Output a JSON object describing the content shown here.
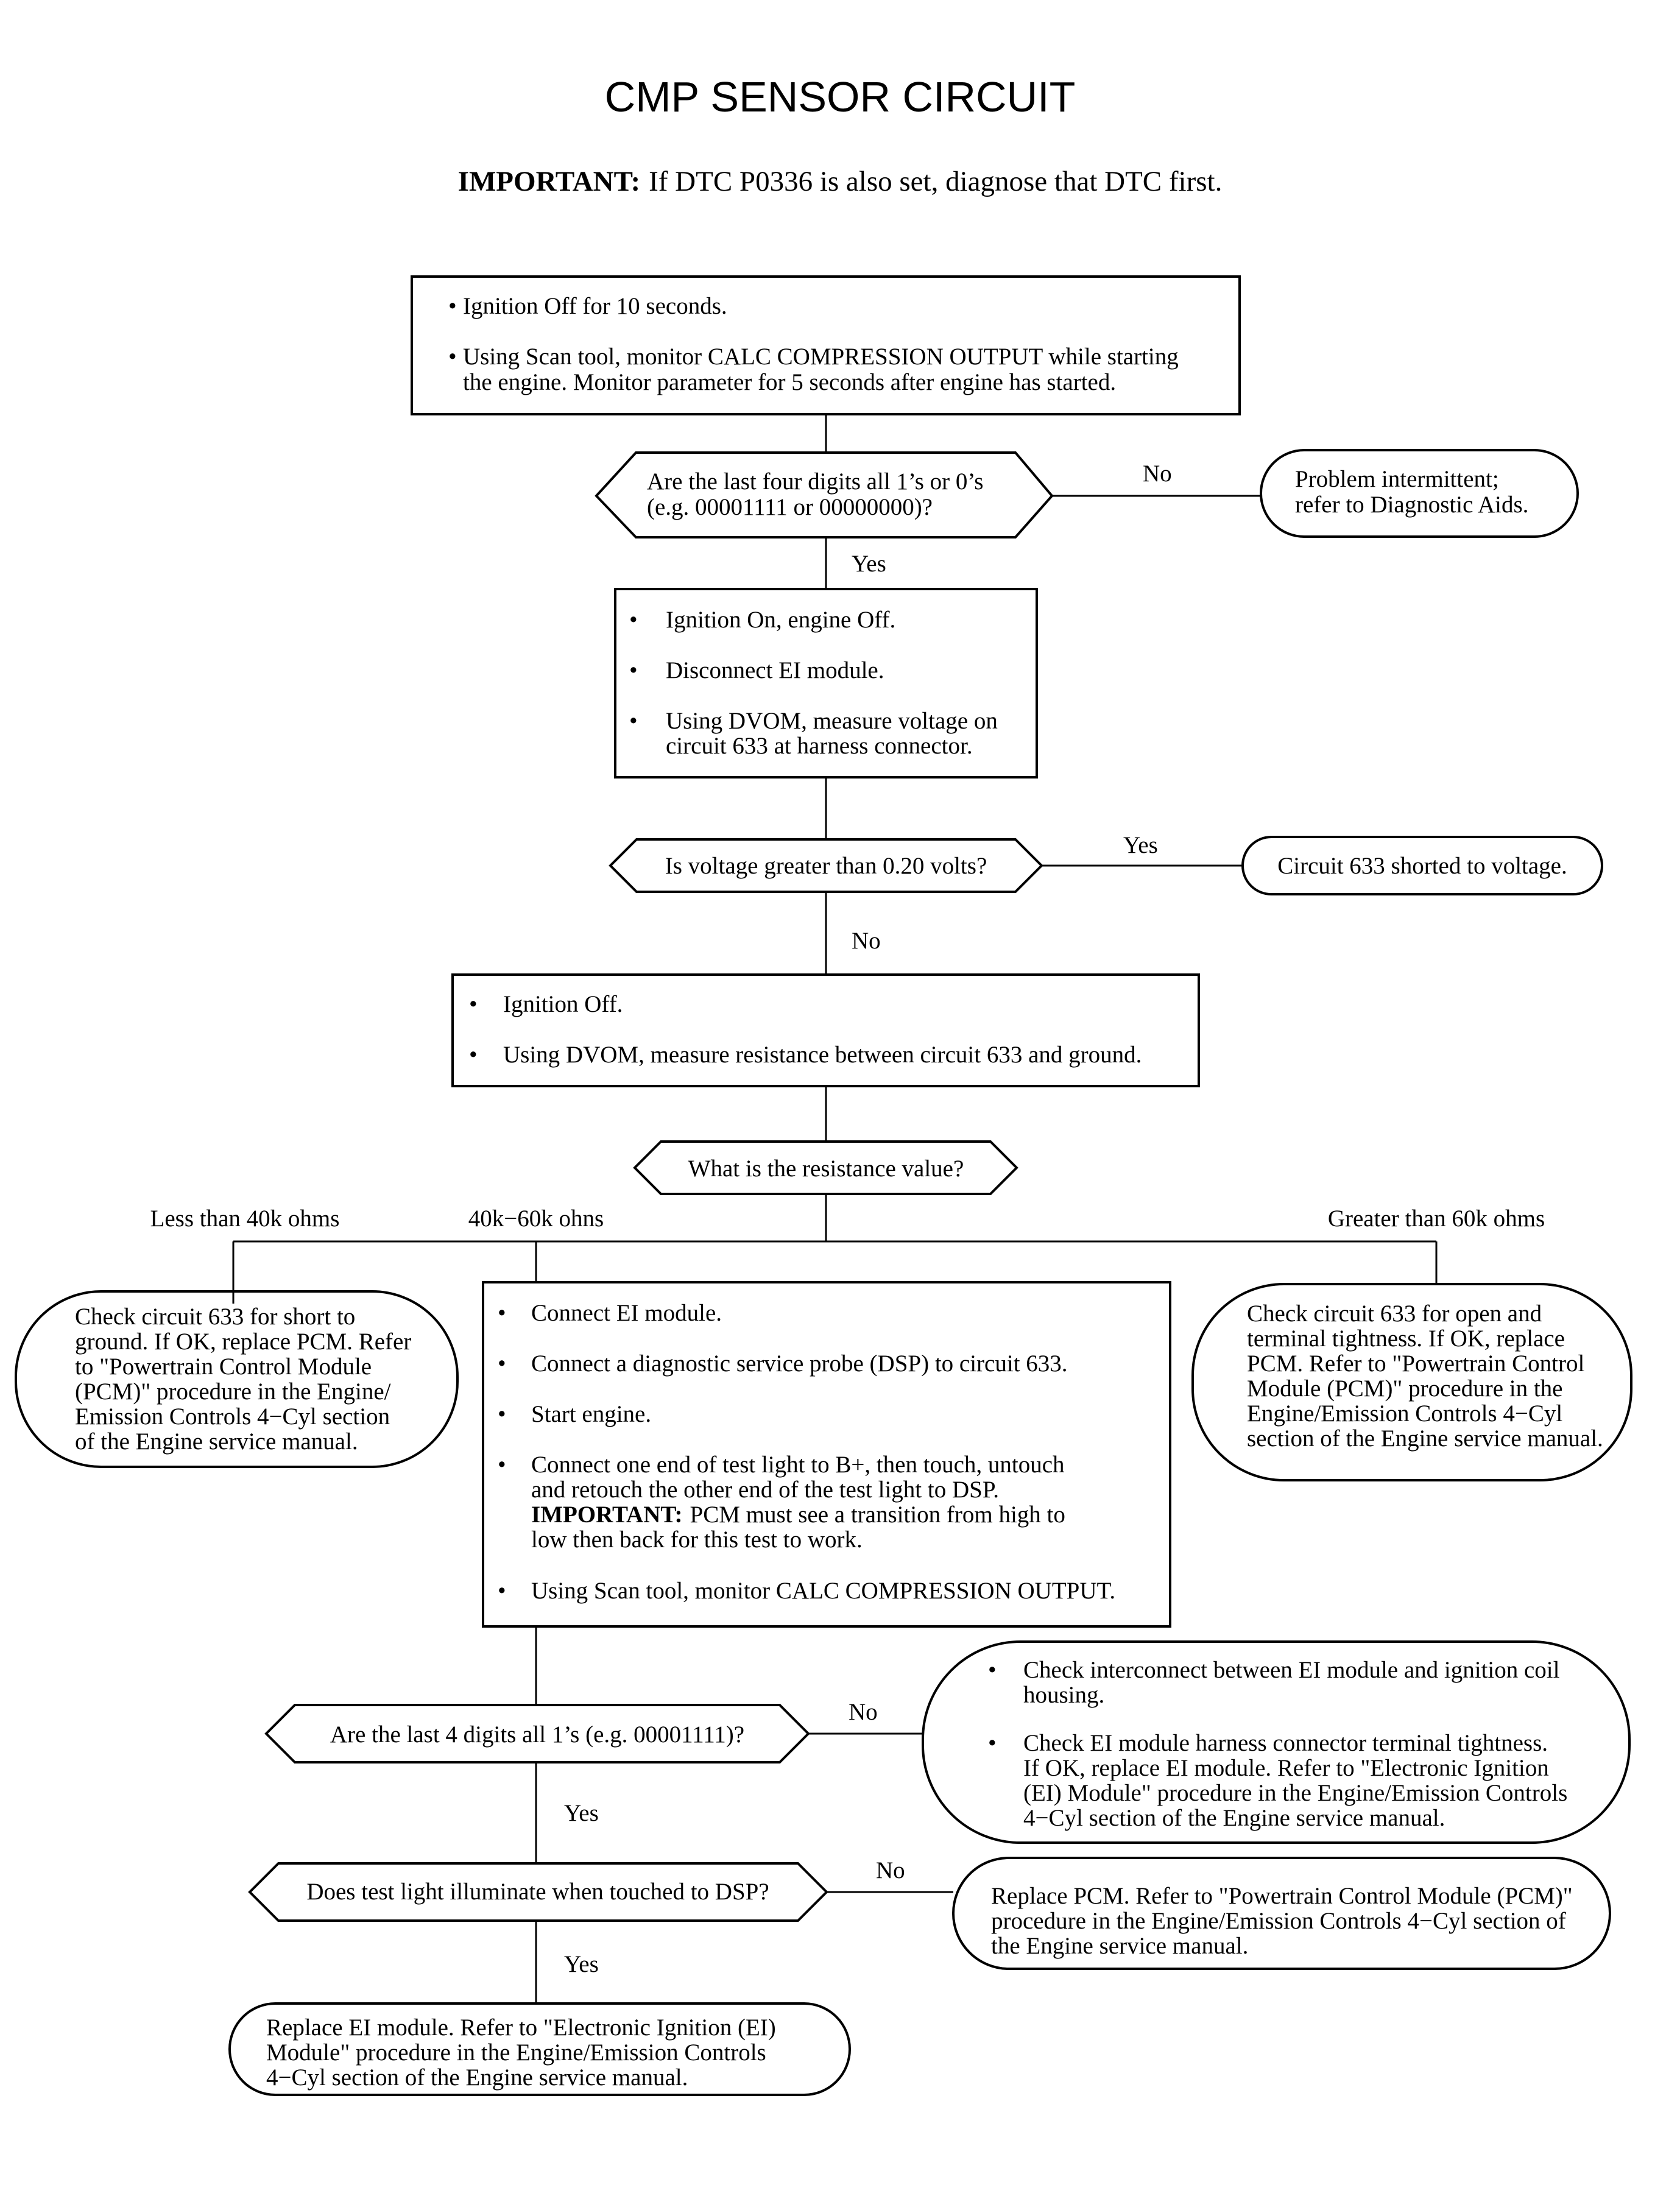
{
  "title": "CMP SENSOR CIRCUIT",
  "important": {
    "label": "IMPORTANT:",
    "text": "If DTC P0336 is also set, diagnose that DTC first."
  },
  "bullet": "•",
  "step1": {
    "b1": "Ignition Off for 10 seconds.",
    "b2": [
      "Using Scan tool, monitor CALC COMPRESSION OUTPUT while starting",
      "the engine. Monitor parameter for 5 seconds after engine has started."
    ]
  },
  "q1": {
    "lines": [
      "Are the last four digits all 1’s or 0’s",
      "(e.g. 00001111 or 00000000)?"
    ],
    "no_label": "No",
    "yes_label": "Yes"
  },
  "end_intermittent": [
    "Problem intermittent;",
    "refer to Diagnostic Aids."
  ],
  "step2": {
    "b1": "Ignition On, engine Off.",
    "b2": "Disconnect EI module.",
    "b3": [
      "Using DVOM, measure voltage on",
      "circuit 633 at harness connector."
    ]
  },
  "q2": {
    "text": "Is voltage greater than 0.20 volts?",
    "yes_label": "Yes",
    "no_label": "No"
  },
  "end_short_voltage": "Circuit 633 shorted to voltage.",
  "step3": {
    "b1": "Ignition Off.",
    "b2": "Using DVOM, measure resistance between circuit 633 and ground."
  },
  "q3": {
    "text": "What is the resistance value?",
    "branch_left": "Less than 40k ohms",
    "branch_mid": "40k−60k ohns",
    "branch_right": "Greater than 60k ohms"
  },
  "end_short_ground": [
    "Check circuit 633 for short to",
    "ground. If OK, replace PCM. Refer",
    "to \"Powertrain Control Module",
    "(PCM)\" procedure in the Engine/",
    "Emission Controls 4−Cyl section",
    "of the Engine service manual."
  ],
  "end_open": [
    "Check circuit 633 for open and",
    "terminal tightness. If OK, replace",
    "PCM. Refer to \"Powertrain Control",
    "Module (PCM)\" procedure in the",
    "Engine/Emission Controls 4−Cyl",
    "section of the Engine service manual."
  ],
  "step4": {
    "b1": "Connect EI module.",
    "b2": "Connect a diagnostic service probe (DSP) to circuit 633.",
    "b3": "Start engine.",
    "b4": [
      "Connect one end of test light to B+, then touch, untouch",
      "and retouch the other end of the test light to DSP."
    ],
    "b4_imp_label": "IMPORTANT:",
    "b4_imp": [
      "PCM must see a transition from high to",
      "low then back for this test to work."
    ],
    "b5": "Using Scan tool, monitor CALC COMPRESSION OUTPUT."
  },
  "q4": {
    "text": "Are the last 4 digits all 1’s (e.g. 00001111)?",
    "no_label": "No",
    "yes_label": "Yes"
  },
  "end_interconnect": {
    "b1": [
      "Check interconnect between EI module and ignition coil",
      "housing."
    ],
    "b2": [
      "Check EI module harness connector terminal tightness.",
      "If OK, replace EI module. Refer to \"Electronic Ignition",
      "(EI) Module\" procedure in the Engine/Emission Controls",
      "4−Cyl section of the Engine service manual."
    ]
  },
  "q5": {
    "text": "Does test light illuminate when touched to DSP?",
    "no_label": "No",
    "yes_label": "Yes"
  },
  "end_replace_pcm": [
    "Replace PCM. Refer to \"Powertrain Control Module (PCM)\"",
    "procedure in the Engine/Emission Controls 4−Cyl section of",
    "the Engine service manual."
  ],
  "end_replace_ei": [
    "Replace EI module. Refer to \"Electronic Ignition (EI)",
    "Module\" procedure in the Engine/Emission Controls",
    "4−Cyl section of the Engine service manual."
  ]
}
